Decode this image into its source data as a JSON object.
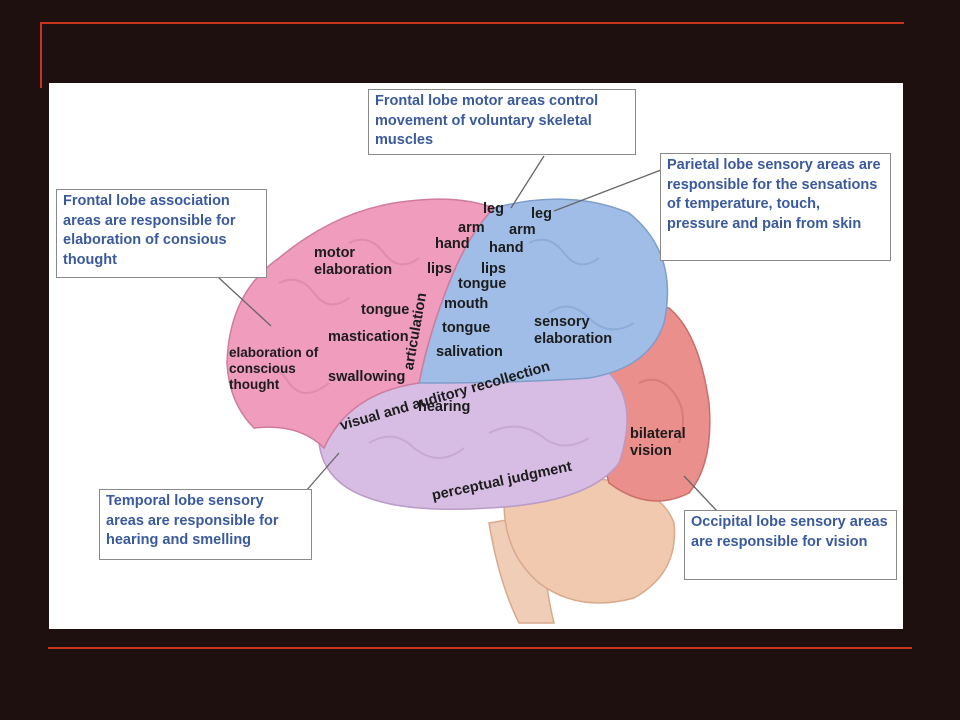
{
  "callouts": {
    "frontal_motor": "Frontal lobe motor areas control movement of voluntary skeletal muscles",
    "parietal": "Parietal lobe sensory areas are responsible for the sensations of temperature, touch, pressure and pain from skin",
    "frontal_assoc": "Frontal lobe association areas are responsible for elaboration of consious thought",
    "temporal": "Temporal lobe sensory areas are responsible for hearing and smelling",
    "occipital": "Occipital lobe sensory areas are responsible for vision"
  },
  "labels": {
    "motor_leg": "leg",
    "motor_arm": "arm",
    "motor_hand": "hand",
    "motor_lips": "lips",
    "sensory_leg": "leg",
    "sensory_arm": "arm",
    "sensory_hand": "hand",
    "sensory_lips": "lips",
    "motor_elaboration": "motor elaboration",
    "tongue_motor": "tongue",
    "tongue_sensory": "tongue",
    "mouth": "mouth",
    "tongue_lower": "tongue",
    "salivation": "salivation",
    "mastication": "mastication",
    "swallowing": "swallowing",
    "elaboration_conscious": "elaboration of conscious thought",
    "articulation": "articulation",
    "sensory_elaboration": "sensory elaboration",
    "hearing": "hearing",
    "visual_auditory": "visual and auditory recollection",
    "perceptual": "perceptual judgment",
    "bilateral_vision": "bilateral vision"
  },
  "colors": {
    "background": "#1f1010",
    "rule": "#c8351c",
    "callout_text": "#3a5a9c",
    "frontal": "#ef9cbd",
    "parietal": "#9fbde6",
    "temporal": "#d7bde3",
    "occipital": "#ea8f8c",
    "cerebellum": "#f1c9ae"
  }
}
